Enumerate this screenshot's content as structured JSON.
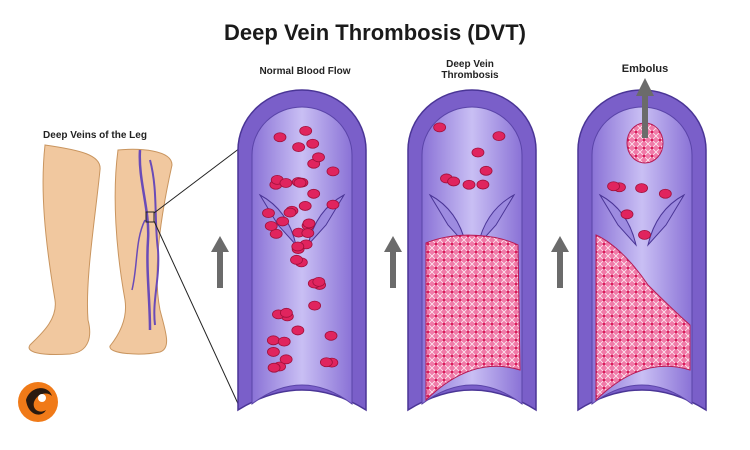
{
  "title": "Deep Vein Thrombosis (DVT)",
  "leg_label": "Deep Veins of the Leg",
  "panels": [
    {
      "label": "Normal Blood Flow"
    },
    {
      "label": "Deep Vein\nThrombosis"
    },
    {
      "label": "Embolus"
    }
  ],
  "colors": {
    "vein_wall": "#7a5fc9",
    "vein_inner": "#b7a8ec",
    "blood_cell": "#e0245e",
    "clot": "#f06aa0",
    "arrow": "#6b6b6b",
    "skin": "#f1c89f",
    "vein_line": "#6a4bb8",
    "logo": "#f07a18"
  },
  "icons": [
    "up-arrow-icon",
    "logo-icon"
  ]
}
